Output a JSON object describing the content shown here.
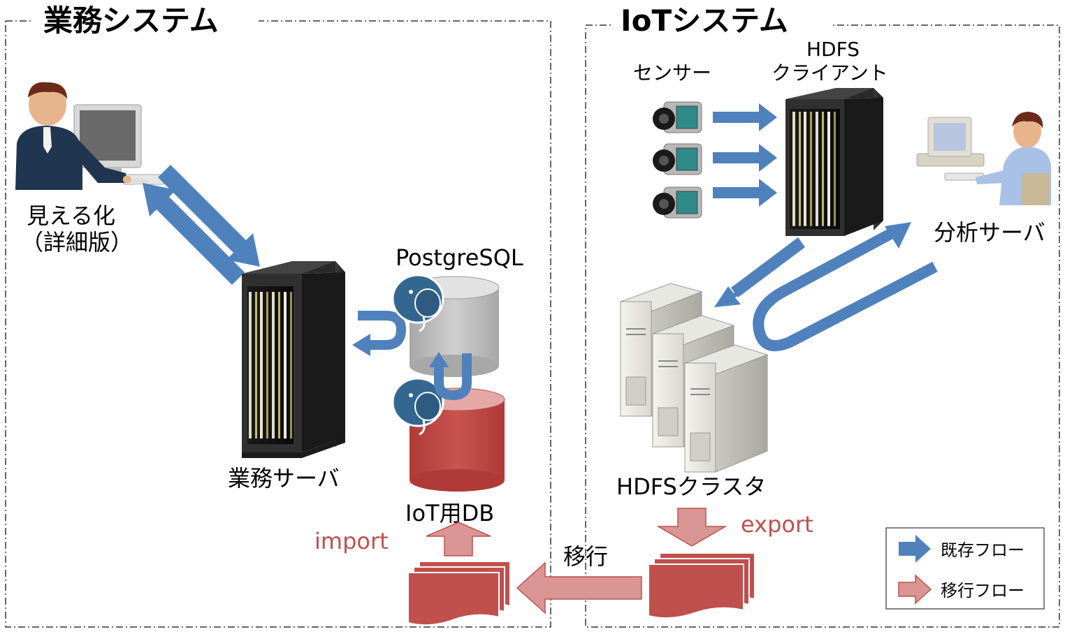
{
  "sections": {
    "business": {
      "title": "業務システム"
    },
    "iot": {
      "title": "IoTシステム"
    }
  },
  "labels": {
    "visualization_line1": "見える化",
    "visualization_line2": "（詳細版）",
    "business_server": "業務サーバ",
    "postgresql": "PostgreSQL",
    "iot_db": "IoT用DB",
    "sensor": "センサー",
    "hdfs_client_line1": "HDFS",
    "hdfs_client_line2": "クライアント",
    "analysis_server": "分析サーバ",
    "hdfs_cluster": "HDFSクラスタ",
    "import": "import",
    "export": "export",
    "migration": "移行"
  },
  "legend": {
    "existing_flow": "既存フロー",
    "migration_flow": "移行フロー"
  },
  "colors": {
    "existing_flow": "#4f81bd",
    "migration_flow_fill": "#d99694",
    "migration_flow_stroke": "#c0504d",
    "document_red": "#c0504d",
    "accent_text_red": "#c0504d",
    "postgres_db_gray": "#bfbfbf",
    "iot_db_red": "#c0504d"
  }
}
